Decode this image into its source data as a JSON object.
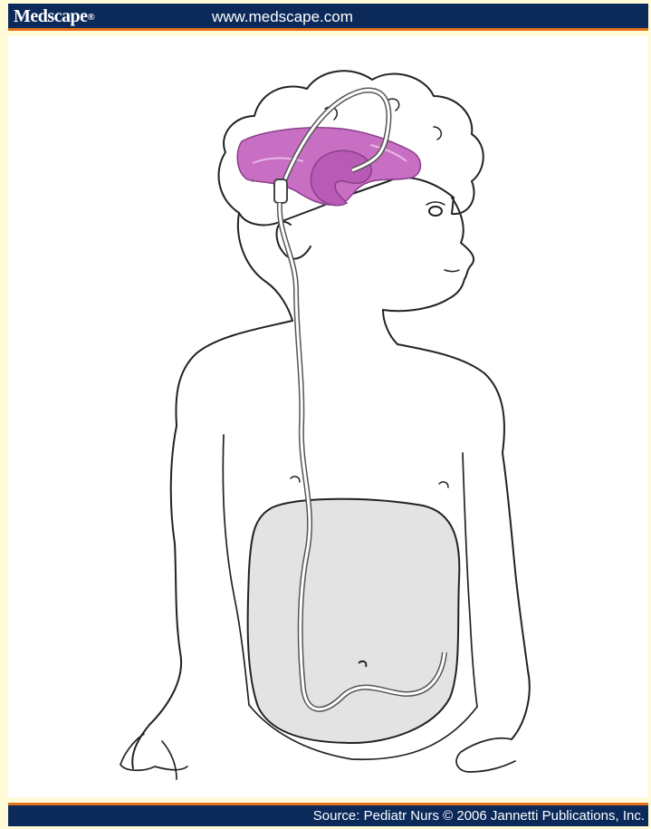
{
  "header": {
    "brand": "Medscape",
    "brand_mark": "®",
    "url": "www.medscape.com"
  },
  "footer": {
    "source": "Source: Pediatr Nurs © 2006 Jannetti Publications, Inc."
  },
  "colors": {
    "bar": "#0b2a5a",
    "accent_rule": "#e2701b",
    "background": "#fffbd6",
    "ventricles": "#c86fc4",
    "abdomen": "#e3e3e3"
  }
}
